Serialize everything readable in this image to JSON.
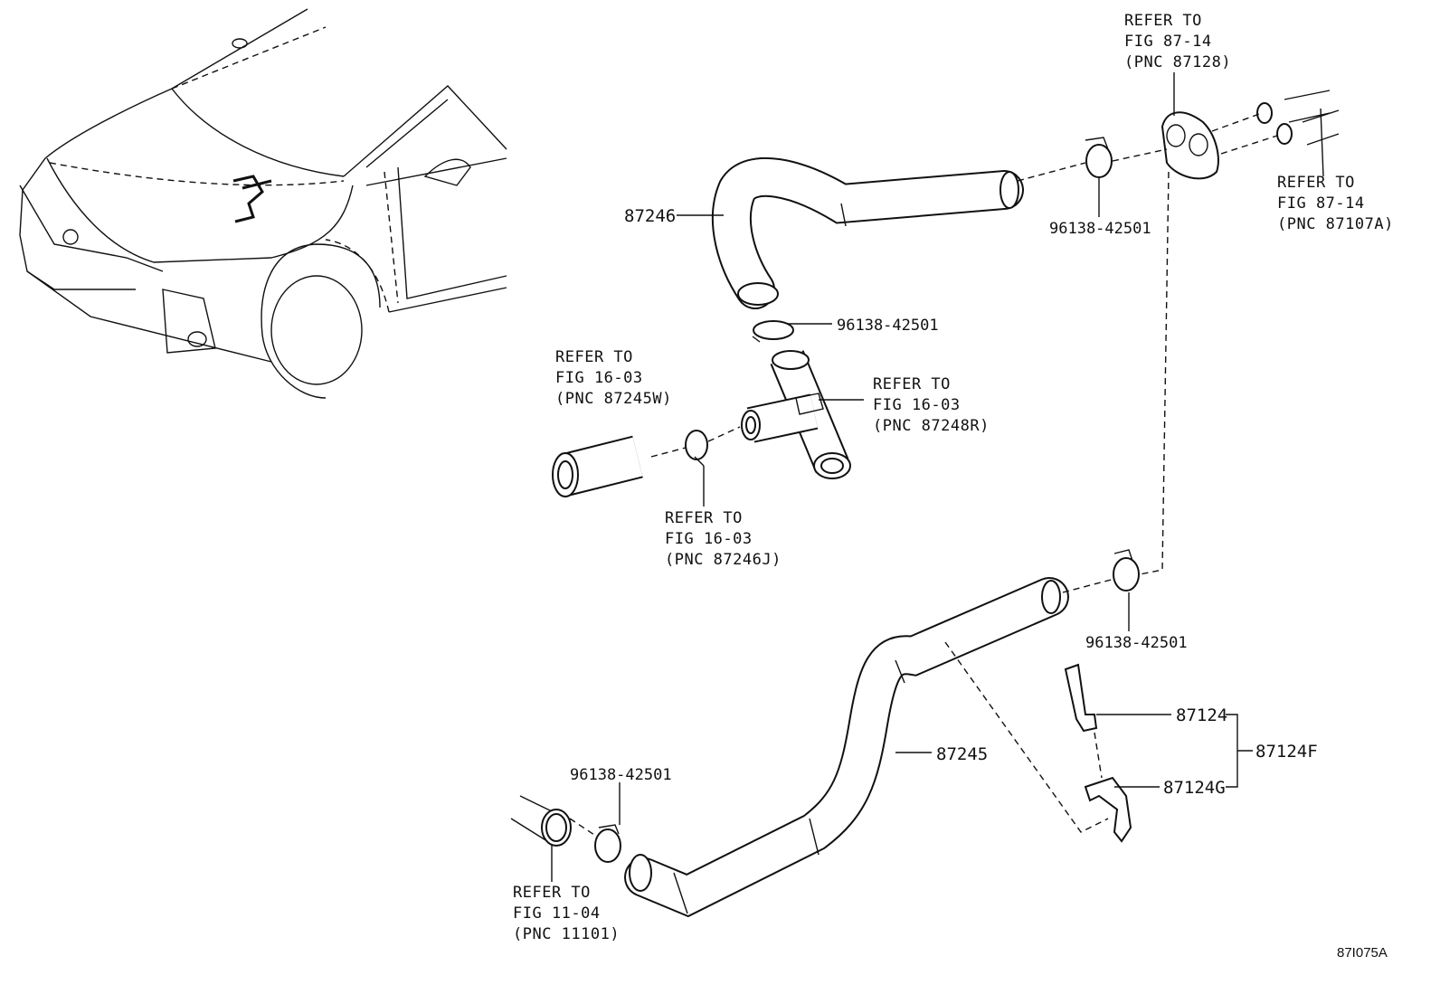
{
  "diagram": {
    "code": "87I075A",
    "labels": {
      "refer_grommet": [
        "REFER TO",
        "FIG 87-14",
        "(PNC 87128)"
      ],
      "refer_right_pipe": [
        "REFER TO",
        "FIG 87-14",
        "(PNC 87107A)"
      ],
      "refer_hose_w": [
        "REFER TO",
        "FIG 16-03",
        "(PNC 87245W)"
      ],
      "refer_tee": [
        "REFER TO",
        "FIG 16-03",
        "(PNC 87248R)"
      ],
      "refer_clamp_j": [
        "REFER TO",
        "FIG 16-03",
        "(PNC 87246J)"
      ],
      "refer_engine": [
        "REFER TO",
        "FIG 11-04",
        "(PNC 11101)"
      ]
    },
    "parts": {
      "hose_upper": "87246",
      "hose_lower": "87245",
      "clamp_a": "96138-42501",
      "clamp_b": "96138-42501",
      "clamp_c": "96138-42501",
      "clamp_d": "96138-42501",
      "sub_a": "87124",
      "sub_b": "87124G",
      "assembly": "87124F"
    }
  }
}
